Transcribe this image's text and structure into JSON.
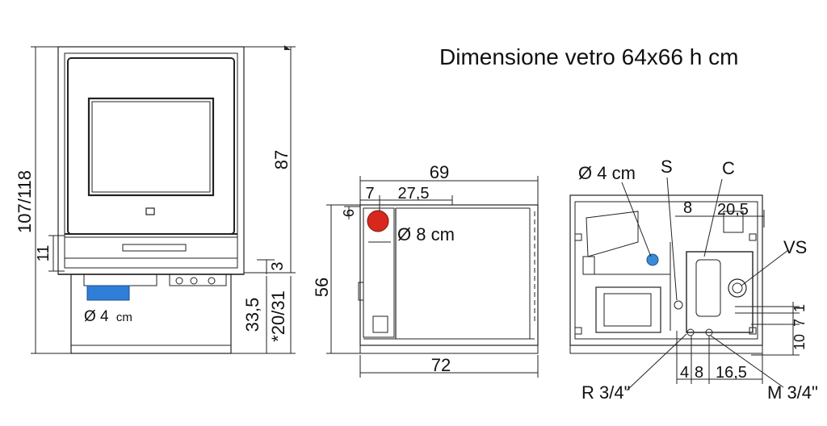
{
  "title": "Dimensione vetro 64x66 h cm",
  "front_view": {
    "total_height": "107/118",
    "base_height": "11",
    "body_height": "87",
    "offset_small": "3",
    "lower_height": "33,5",
    "lower_height_alt": "*20/31",
    "pipe_label": "Ø 4",
    "pipe_unit": "cm"
  },
  "side_view": {
    "depth_top": "69",
    "offset_a": "7",
    "offset_b": "27,5",
    "offset_top": "6",
    "flue_label": "Ø 8 cm",
    "height": "56",
    "depth_bottom": "72"
  },
  "rear_view": {
    "pipe_label": "Ø 4 cm",
    "label_s": "S",
    "label_c": "C",
    "label_vs": "VS",
    "dim_8_top": "8",
    "dim_20_5": "20,5",
    "dim_1": "1",
    "dim_7": "7",
    "dim_10": "10",
    "dim_4": "4",
    "dim_8_bottom": "8",
    "dim_16_5": "16,5",
    "label_r": "R 3/4\"",
    "label_m": "M 3/4\""
  },
  "colors": {
    "flue_red": "#d8281d",
    "pipe_blue": "#2f7fd8",
    "valve_blue": "#3a8ad8"
  }
}
